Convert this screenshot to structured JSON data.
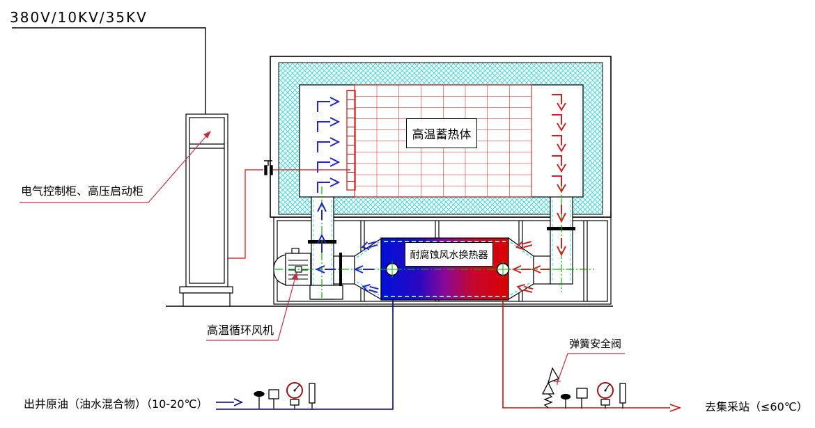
{
  "labels": {
    "power": "380V/10KV/35KV",
    "control_cabinet": "电气控制柜、高压启动柜",
    "thermal_storage": "高温蓄热体",
    "heat_exchanger": "耐腐蚀风水换热器",
    "circulation_fan": "高温循环风机",
    "safety_valve": "弹簧安全阀",
    "oil_inlet": "出井原油（油水混合物）（10-20℃）",
    "oil_outlet": "去集采站（≤60℃）"
  },
  "colors": {
    "insulation_hatch": "#45d8d8",
    "storage_grid_red": "#cc1111",
    "heater_element_red": "#cc1111",
    "inlet_pipe_blue": "#00008b",
    "outlet_pipe_red": "#cc1111",
    "leader_line_red": "#c03040",
    "centerline_green": "#00b300",
    "airflow_cold_blue": "#2222cc",
    "airflow_hot_red": "#cc2222",
    "exchanger_cold_end": "#0010d8",
    "exchanger_hot_end": "#dc0000",
    "gauge_ring_red": "#a01010",
    "line_black": "#000000"
  }
}
